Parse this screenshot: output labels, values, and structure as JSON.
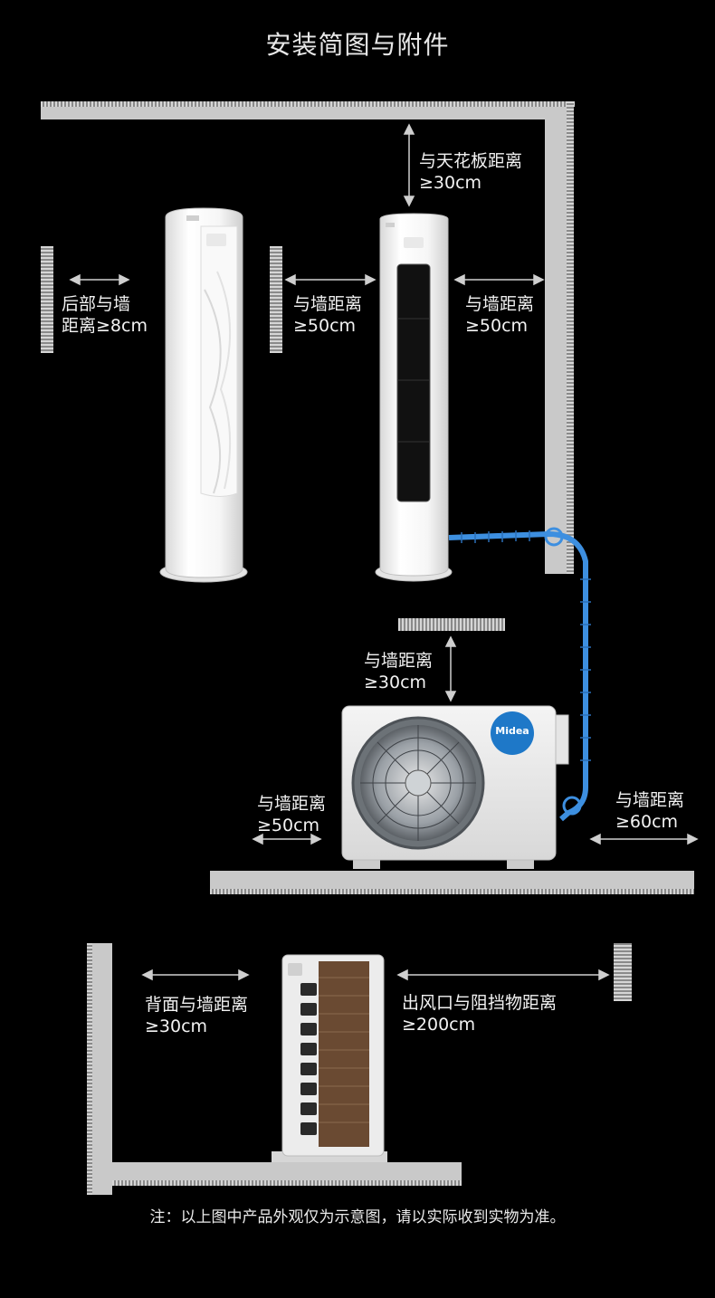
{
  "title": "安装简图与附件",
  "labels": {
    "ceiling_line1": "与天花板距离",
    "ceiling_line2": "≥30cm",
    "rear_line1": "后部与墙",
    "rear_line2": "距离≥8cm",
    "left_line1": "与墙距离",
    "left_line2": "≥50cm",
    "right_line1": "与墙距离",
    "right_line2": "≥50cm",
    "outdoor_top_line1": "与墙距离",
    "outdoor_top_line2": "≥30cm",
    "outdoor_left_line1": "与墙距离",
    "outdoor_left_line2": "≥50cm",
    "outdoor_right_line1": "与墙距离",
    "outdoor_right_line2": "≥60cm",
    "back_line1": "背面与墙距离",
    "back_line2": "≥30cm",
    "outlet_line1": "出风口与阻挡物距离",
    "outlet_line2": "≥200cm"
  },
  "brand": "Midea",
  "note": "注：以上图中产品外观仅为示意图，请以实际收到实物为准。",
  "colors": {
    "background": "#000000",
    "pipe": "#3d8fe0",
    "brand_blue": "#1e78c8"
  },
  "icons": [
    "arrow-icon",
    "fan-icon",
    "midea-logo-icon"
  ]
}
